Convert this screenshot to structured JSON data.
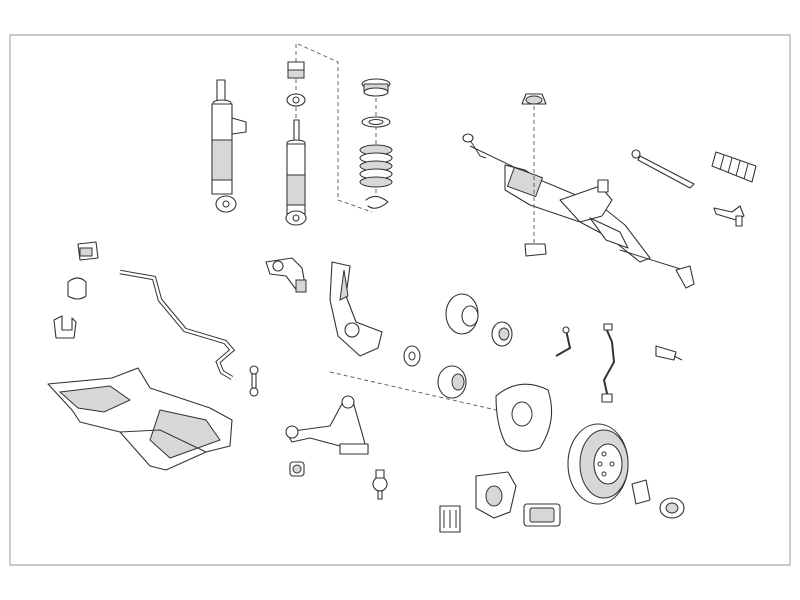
{
  "diagram": {
    "colors": {
      "background": "#ffffff",
      "line": "#333333",
      "shade": "#d7d7d7",
      "frame": "#9a9a9a"
    },
    "parts": [
      "shock-absorber-left",
      "shock-absorber-right",
      "strut-mount-kit",
      "coil-spring-kit",
      "steering-rack",
      "inner-tie-rod",
      "steering-boot",
      "outer-tie-rod-end",
      "stabilizer-bar",
      "stabilizer-bushings",
      "stabilizer-link",
      "subframe",
      "upper-control-arm",
      "steering-knuckle",
      "wheel-hub",
      "wheel-bearing",
      "lower-control-arm",
      "ball-joint",
      "brake-shield",
      "brake-disc",
      "brake-caliper",
      "brake-pads",
      "brake-hoses",
      "wear-sensor",
      "bushings"
    ]
  }
}
